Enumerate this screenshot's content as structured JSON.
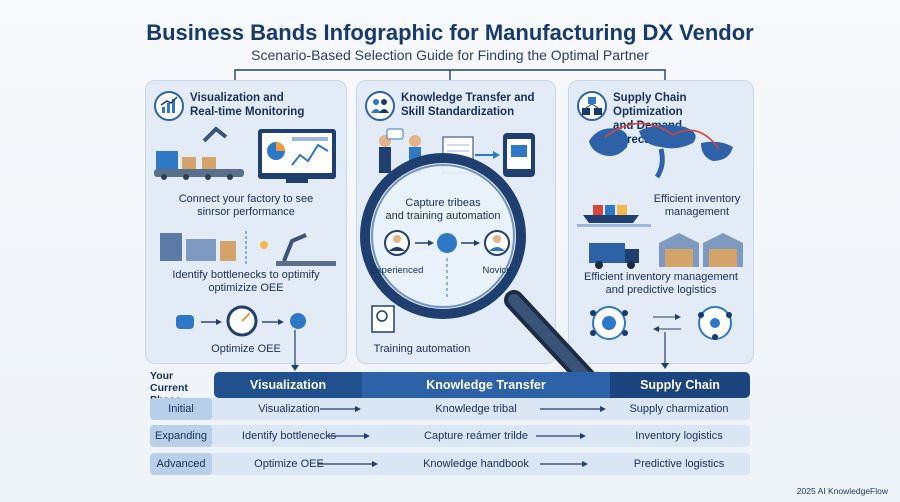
{
  "header": {
    "title": "Business Bands Infographic for Manufacturing DX Vendor",
    "subtitle": "Scenario-Based Selection Guide for Finding the Optimal Partner"
  },
  "panels": {
    "visualization": {
      "title_line1": "Visualization and",
      "title_line2": "Real-time Monitoring",
      "caption1_line1": "Connect your factory to see",
      "caption1_line2": "sinrsor performance",
      "caption2_line1": "Identify bottlenecks to optimify",
      "caption2_line2": "optimizize OEE",
      "caption3": "Optimize OEE"
    },
    "knowledge": {
      "title_line1": "Knowledge Transfer and",
      "title_line2": "Skill Standardization",
      "lens_line1": "Capture tribeas",
      "lens_line2": "and training automation",
      "experienced": "Experienced",
      "novice": "Novice",
      "caption": "Training automation"
    },
    "supply": {
      "title_line1": "Supply Chain Optimization",
      "title_line2": "and Demand Forecasting",
      "caption1_line1": "Efficient inventory",
      "caption1_line2": "management",
      "caption2_line1": "Efficient inventory management",
      "caption2_line2": "and predictive logistics"
    }
  },
  "table": {
    "phase_line1": "Your Current",
    "phase_line2": "Phase",
    "bands": [
      "Visualization",
      "Knowledge Transfer",
      "Supply Chain"
    ],
    "rows": [
      {
        "label": "Initial",
        "cells": [
          "Visualization",
          "Knowledge tribal",
          "Supply charmization"
        ]
      },
      {
        "label": "Expanding",
        "cells": [
          "Identify bottlenecks",
          "Capture reámer trilde",
          "Inventory logistics"
        ]
      },
      {
        "label": "Advanced",
        "cells": [
          "Optimize OEE",
          "Knowledge handbook",
          "Predictive logistics"
        ]
      }
    ]
  },
  "footer": "2025 AI KnowledgeFlow",
  "colors": {
    "primary": "#21508f",
    "accent": "#2e78c8",
    "panel": "#e3ecf6",
    "row": "#dae6f3"
  }
}
